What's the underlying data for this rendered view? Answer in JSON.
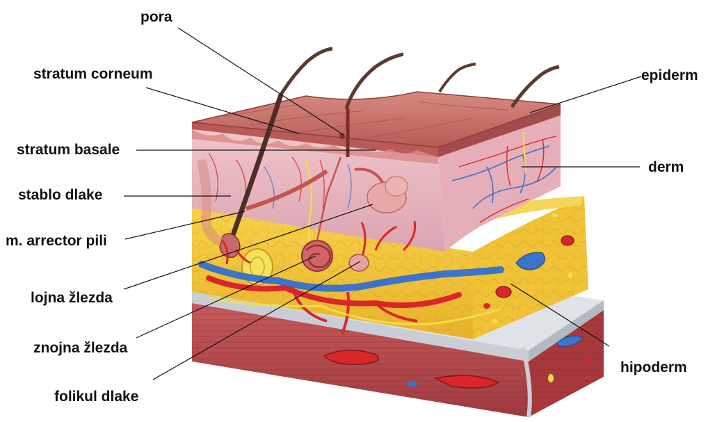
{
  "labels": {
    "pora": "pora",
    "stratum_corneum": "stratum corneum",
    "stratum_basale": "stratum basale",
    "stablo_dlake": "stablo dlake",
    "arrector_pili": "m. arrector pili",
    "lojna_zlezda": "lojna žlezda",
    "znojna_zlezda": "znojna žlezda",
    "folikul_dlake": "folikul dlake",
    "epiderm": "epiderm",
    "derm": "derm",
    "hipoderm": "hipoderm"
  },
  "colors": {
    "epidermis": "#c9706a",
    "dermis": "#e9bcc4",
    "hypodermis": "#f2c23b",
    "fascia": "#c8ccd2",
    "muscle": "#b84a4e",
    "artery": "#d9262a",
    "vein": "#3b74c8",
    "nerve": "#f3dc4a",
    "hair": "#5a3a30"
  }
}
